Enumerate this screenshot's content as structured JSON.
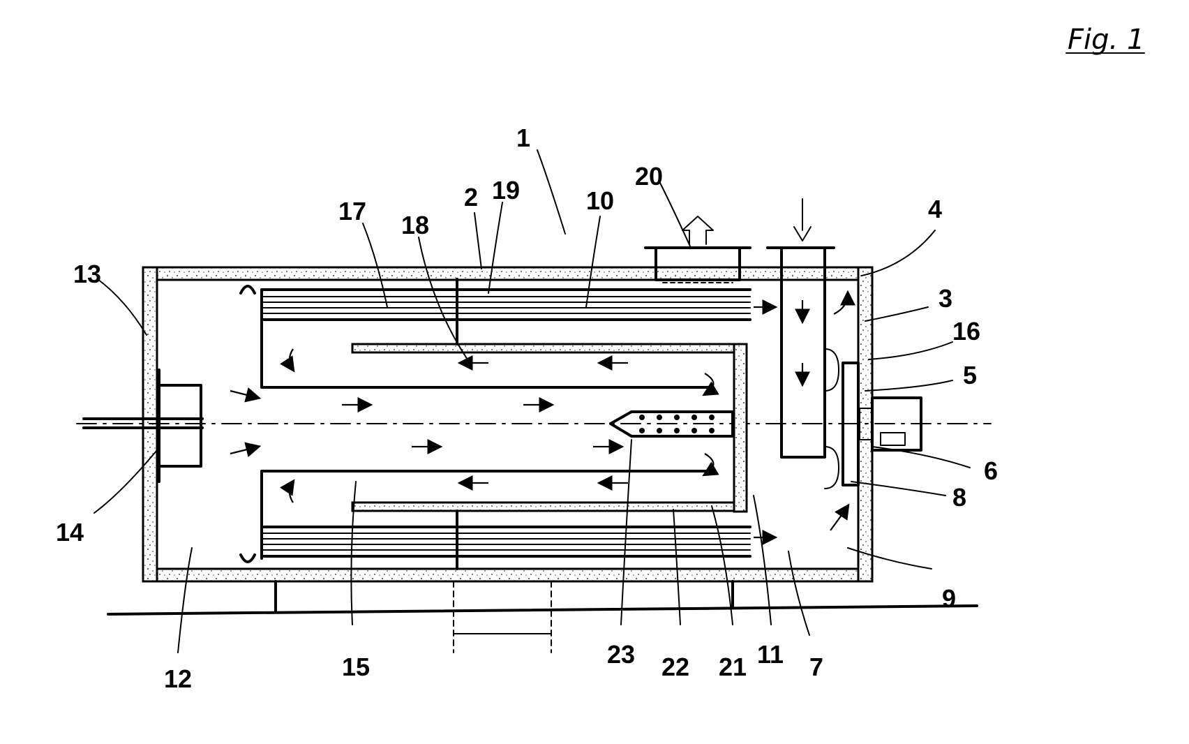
{
  "figure": {
    "label": "Fig. 1"
  },
  "reference_numerals": [
    "1",
    "2",
    "3",
    "4",
    "5",
    "6",
    "7",
    "8",
    "9",
    "10",
    "11",
    "12",
    "13",
    "14",
    "15",
    "16",
    "17",
    "18",
    "19",
    "20",
    "21",
    "22",
    "23"
  ],
  "colors": {
    "ink": "#000000",
    "background": "#ffffff",
    "stipple": "#555555"
  }
}
